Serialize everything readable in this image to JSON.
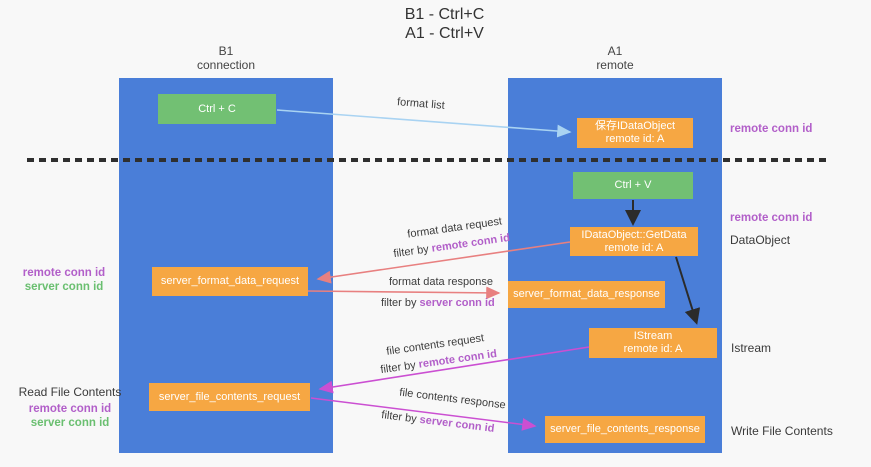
{
  "title": {
    "line1": "B1 - Ctrl+C",
    "line2": "A1 - Ctrl+V"
  },
  "lifelines": {
    "left": {
      "id": "B1",
      "role": "connection"
    },
    "right": {
      "id": "A1",
      "role": "remote"
    }
  },
  "boxes": {
    "ctrl_c": "Ctrl + C",
    "ctrl_v": "Ctrl + V",
    "save_idataobject": {
      "title": "保存IDataObject",
      "subtitle": "remote id: A"
    },
    "idataobject_getdata": {
      "title": "IDataObject::GetData",
      "subtitle": "remote id: A"
    },
    "istream": {
      "title": "IStream",
      "subtitle": "remote id: A"
    },
    "server_format_data_request": "server_format_data_request",
    "server_format_data_response": "server_format_data_response",
    "server_file_contents_request": "server_file_contents_request",
    "server_file_contents_response": "server_file_contents_response"
  },
  "messages": {
    "format_list": "format list",
    "format_data_request": "format data request",
    "format_data_response": "format data response",
    "file_contents_request": "file contents request",
    "file_contents_response": "file contents response",
    "filter_by": "filter by"
  },
  "annotations": {
    "remote_conn_id": "remote conn id",
    "server_conn_id": "server conn id",
    "dataobject": "DataObject",
    "istream": "Istream",
    "read_file_contents": "Read File Contents",
    "write_file_contents": "Write File Contents"
  },
  "colors": {
    "lifeline_blue": "#4a7ed8",
    "box_orange": "#f6a743",
    "box_green": "#72c073",
    "arrow_light_blue": "#a9d3f2",
    "arrow_salmon": "#e88080",
    "arrow_magenta": "#cb4fd2",
    "arrow_black": "#2b2b2b",
    "text_purple": "#b25fc9",
    "text_green": "#6abf70",
    "background": "#f8f8f8"
  }
}
